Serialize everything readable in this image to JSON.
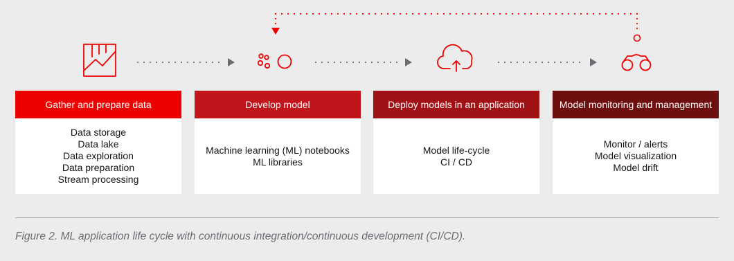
{
  "colors": {
    "background": "#ececec",
    "accent": "#ee0000",
    "stage_headers": [
      "#ee0000",
      "#c1141b",
      "#a01215",
      "#6e0f0f"
    ],
    "connector": "#6a6e73",
    "feedback_loop": "#ee0000"
  },
  "icons": [
    "data-chart-icon",
    "model-development-icon",
    "cloud-upload-icon",
    "binoculars-icon"
  ],
  "stages": [
    {
      "title": "Gather and prepare data",
      "items": [
        "Data storage",
        "Data lake",
        "Data exploration",
        "Data preparation",
        "Stream processing"
      ]
    },
    {
      "title": "Develop model",
      "items": [
        "Machine learning (ML) notebooks",
        "ML libraries"
      ]
    },
    {
      "title": "Deploy models in an application",
      "items": [
        "Model life-cycle",
        "CI / CD"
      ]
    },
    {
      "title": "Model monitoring and management",
      "items": [
        "Monitor / alerts",
        "Model visualization",
        "Model drift"
      ]
    }
  ],
  "caption": "Figure 2. ML application life cycle with continuous integration/continuous development (CI/CD)."
}
